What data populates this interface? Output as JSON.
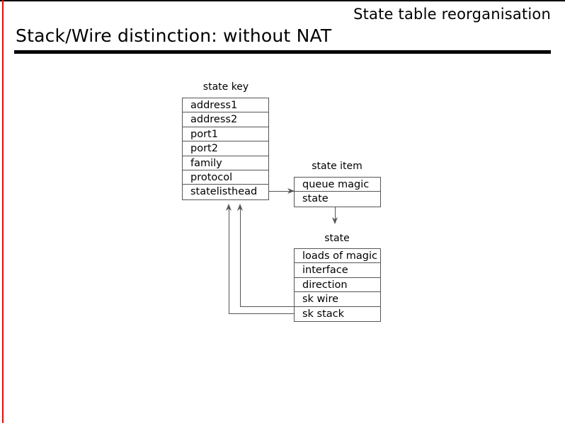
{
  "slide": {
    "deck_title": "State table reorganisation",
    "title": "Stack/Wire distinction: without NAT",
    "accent_rule_color": "#000000",
    "margin_line_color": "#ff0000"
  },
  "diagram": {
    "structs": [
      {
        "id": "state-key",
        "label": "state key",
        "fields": [
          "address1",
          "address2",
          "port1",
          "port2",
          "family",
          "protocol",
          "statelisthead"
        ]
      },
      {
        "id": "state-item",
        "label": "state item",
        "fields": [
          "queue magic",
          "state"
        ]
      },
      {
        "id": "state",
        "label": "state",
        "fields": [
          "loads of magic",
          "interface",
          "direction",
          "sk wire",
          "sk stack"
        ]
      }
    ],
    "connectors": [
      {
        "id": "statelisthead-to-state-item",
        "from": "state key.statelisthead",
        "to": "state item"
      },
      {
        "id": "state-item-to-state",
        "from": "state item.state",
        "to": "state"
      },
      {
        "id": "sk-wire-to-state-key",
        "from": "state.sk wire",
        "to": "state key"
      },
      {
        "id": "sk-stack-to-state-key",
        "from": "state.sk stack",
        "to": "state key"
      }
    ],
    "line_color": "#555555"
  }
}
